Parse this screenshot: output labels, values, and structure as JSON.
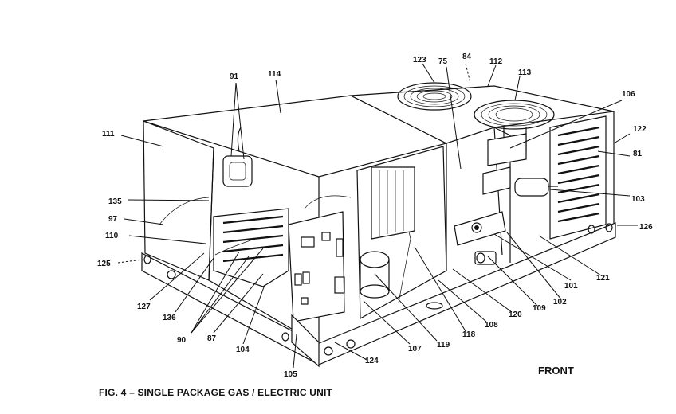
{
  "figure": {
    "caption": "FIG. 4 – SINGLE PACKAGE GAS / ELECTRIC UNIT",
    "front_label": "FRONT"
  },
  "callouts": {
    "c91": "91",
    "c114": "114",
    "c123": "123",
    "c75": "75",
    "c84": "84",
    "c112": "112",
    "c113": "113",
    "c106": "106",
    "c122": "122",
    "c81": "81",
    "c111": "111",
    "c135": "135",
    "c97": "97",
    "c110": "110",
    "c125": "125",
    "c127": "127",
    "c136": "136",
    "c90": "90",
    "c87": "87",
    "c104": "104",
    "c105": "105",
    "c124": "124",
    "c107": "107",
    "c119": "119",
    "c118": "118",
    "c108": "108",
    "c120": "120",
    "c109": "109",
    "c102": "102",
    "c101": "101",
    "c121": "121",
    "c103": "103",
    "c126": "126"
  }
}
